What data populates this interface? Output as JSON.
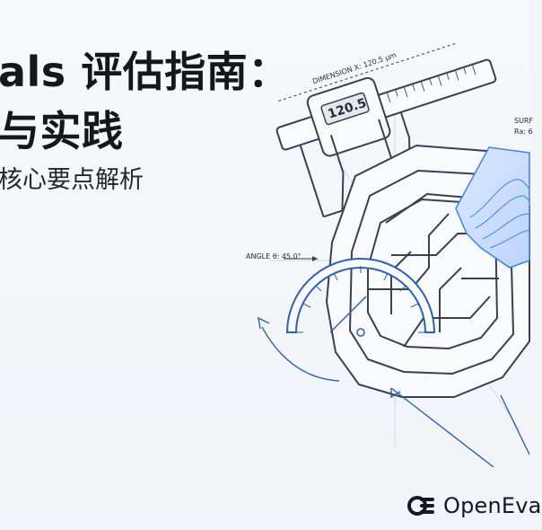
{
  "title": {
    "line1": "als 评估指南：",
    "line2": "与实践"
  },
  "subtitle": "核心要点解析",
  "annotations": {
    "dimension": "DIMENSION X: 120.5 µm",
    "caliper_reading": "120.5",
    "surface_1": "SURF",
    "surface_2": "Ra: 6",
    "angle": "ANGLE θ: 45.0°"
  },
  "brand": {
    "name": "OpenEva",
    "logo_icon": "openevals-logo-icon"
  },
  "colors": {
    "background": "#f3f5f8",
    "text": "#14171c",
    "line_blue": "#2f5fb3",
    "line_dark": "#374151",
    "contour_blue": "#3b82f6"
  }
}
